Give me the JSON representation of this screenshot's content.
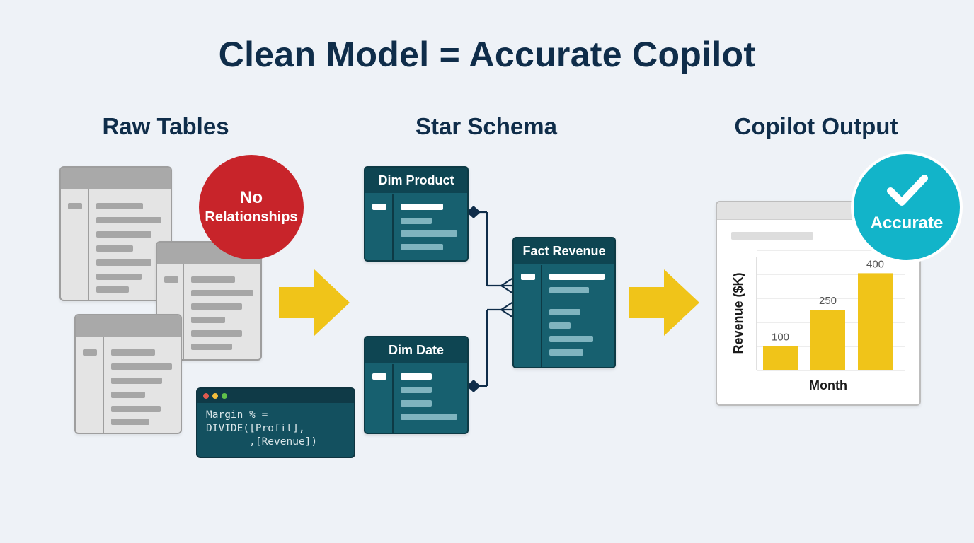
{
  "title": "Clean Model = Accurate Copilot",
  "sections": {
    "raw": {
      "title": "Raw Tables",
      "badge_line1": "No",
      "badge_line2": "Relationships"
    },
    "star": {
      "title": "Star Schema",
      "dim_product": "Dim Product",
      "dim_date": "Dim Date",
      "fact": "Fact Revenue"
    },
    "output": {
      "title": "Copilot Output",
      "badge": "Accurate"
    }
  },
  "code": {
    "line1": "Margin % =",
    "line2": "DIVIDE([Profit],",
    "line3": "       ,[Revenue])"
  },
  "colors": {
    "title": "#0f2d4a",
    "raw_badge": "#c8242a",
    "accurate_badge": "#12b4c9",
    "table_teal": "#17606f",
    "arrow_yellow": "#f0c419",
    "bar_yellow": "#f0c419"
  },
  "icons": [
    "right-arrow-icon",
    "checkmark-icon"
  ],
  "chart_data": {
    "type": "bar",
    "categories": [
      "",
      "",
      ""
    ],
    "values": [
      100,
      250,
      400
    ],
    "data_labels": [
      "100",
      "250",
      "400"
    ],
    "xlabel": "Month",
    "ylabel": "Revenue ($K)",
    "ylim": [
      0,
      400
    ],
    "grid": true
  }
}
